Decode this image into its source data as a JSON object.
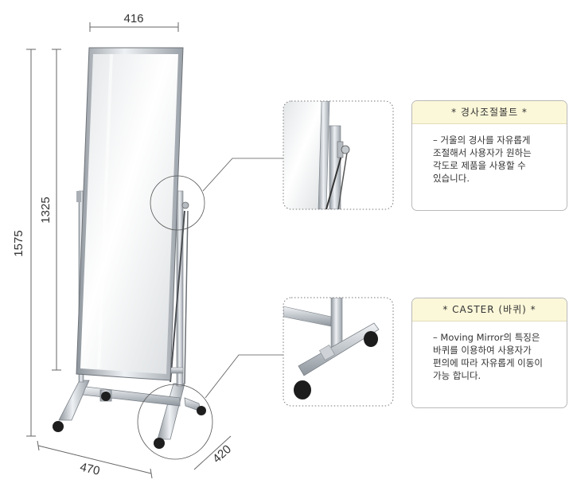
{
  "dimensions": {
    "top_width": "416",
    "mirror_height": "1325",
    "total_height": "1575",
    "base_width": "470",
    "base_depth": "420"
  },
  "callouts": [
    {
      "title": "* 경사조절볼트 *",
      "description": "– 거울의 경사를 자유롭게\n조절해서 사용자가 원하는\n각도로 제품을 사용할 수\n있습니다."
    },
    {
      "title": "* CASTER (바퀴) *",
      "description": "– Moving Mirror의 특징은\n바퀴를 이용하여 사용자가\n편의에 따라 자유롭게 이동이\n가능 합니다."
    }
  ]
}
